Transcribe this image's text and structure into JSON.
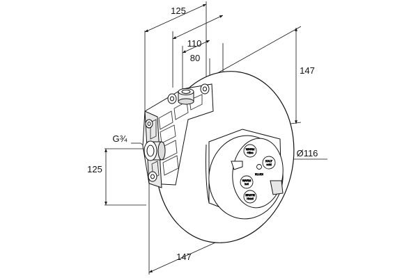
{
  "dimensions": {
    "top_125": "125",
    "top_110": "110",
    "top_80": "80",
    "right_147": "147",
    "diameter": "Ø116",
    "thread": "G¾",
    "left_125": "125",
    "bottom_147": "147"
  },
  "buttons": [
    {
      "label": "WARM",
      "sub": "+Eco"
    },
    {
      "label": "KALT",
      "sub": "cold"
    },
    {
      "label": "WARM",
      "sub": "hot"
    },
    {
      "label": "ERSTE",
      "sub": "Hand"
    }
  ],
  "brand": "KLUDI",
  "colors": {
    "line": "#111111",
    "background": "#ffffff"
  }
}
